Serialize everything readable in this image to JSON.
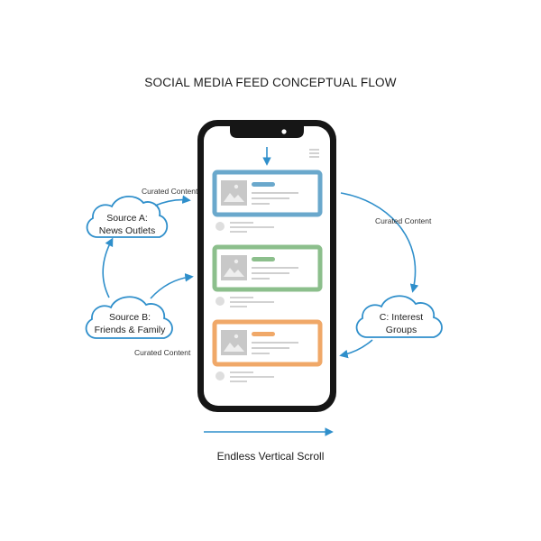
{
  "title": "SOCIAL MEDIA FEED CONCEPTUAL FLOW",
  "sources": [
    {
      "line1": "Source A:",
      "line2": "News Outlets"
    },
    {
      "line1": "Source B:",
      "line2": "Friends & Family"
    },
    {
      "line1": "C: Interest",
      "line2": "Groups"
    }
  ],
  "labels": {
    "curated_top_left": "Curated Content",
    "curated_right": "Curated Content",
    "curated_bottom_left": "Curated Content"
  },
  "scroll_label": "Endless Vertical Scroll",
  "colors": {
    "accent_blue": "#2f8fcb",
    "card_blue": "#6aa8cc",
    "card_green": "#8cbf8c",
    "card_orange": "#f0a868",
    "phone": "#161616"
  },
  "feed_cards": [
    {
      "accent": "blue"
    },
    {
      "accent": "green"
    },
    {
      "accent": "orange"
    }
  ]
}
